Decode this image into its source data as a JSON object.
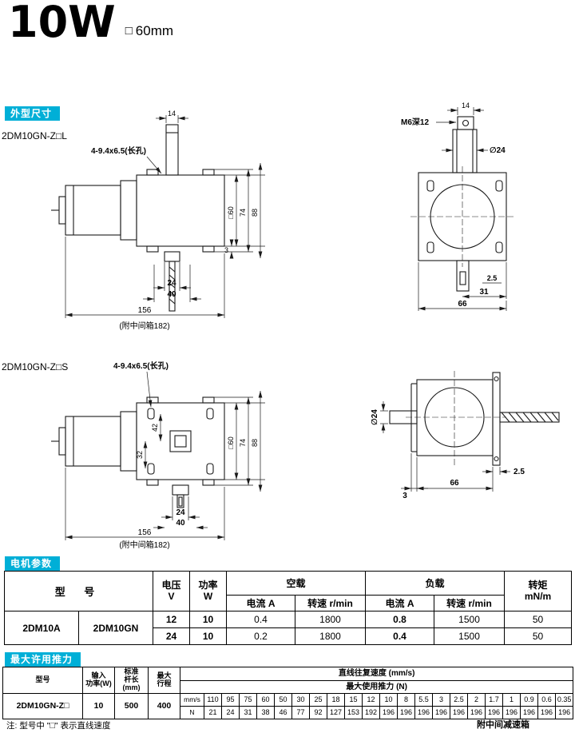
{
  "header": {
    "title": "10W",
    "frame_symbol": "□",
    "frame_size": "60mm"
  },
  "section_labels": {
    "dimensions": "外型尺寸",
    "motor_params": "电机参数",
    "max_thrust": "最大许用推力"
  },
  "colors": {
    "accent": "#00afd7"
  },
  "drawing_top_left": {
    "model": "2DM10GN-Z□L",
    "slot_label": "4-9.4x6.5(长孔)",
    "dim_shaft_width": "14",
    "dim_frame": "□60",
    "dim_74": "74",
    "dim_88": "88",
    "dim_3": "3",
    "dim_24": "24",
    "dim_40": "40",
    "dim_length": "156",
    "note": "(附中间箱182)"
  },
  "drawing_top_right": {
    "dim_tab_width": "14",
    "tap_label": "M6深12",
    "dim_shaft_dia": "∅24",
    "dim_2_5": "2.5",
    "dim_31": "31",
    "dim_66": "66"
  },
  "drawing_bottom_left": {
    "model": "2DM10GN-Z□S",
    "slot_label": "4-9.4x6.5(长孔)",
    "dim_42": "42",
    "dim_32": "32",
    "dim_frame": "□60",
    "dim_74": "74",
    "dim_88": "88",
    "dim_24": "24",
    "dim_40": "40",
    "dim_length": "156",
    "note": "(附中间箱182)"
  },
  "drawing_bottom_right": {
    "dim_shaft_dia": "∅24",
    "dim_2_5": "2.5",
    "dim_3": "3",
    "dim_66": "66"
  },
  "motor_table": {
    "header_model": "型 号",
    "header_voltage": "电压\nV",
    "header_power": "功率\nW",
    "header_no_load": "空载",
    "header_load": "负载",
    "header_current": "电流 A",
    "header_speed": "转速 r/min",
    "header_torque": "转矩\nmN/m",
    "model_a": "2DM10A",
    "model_gn": "2DM10GN",
    "rows": [
      {
        "voltage": "12",
        "power": "10",
        "no_load_current": "0.4",
        "no_load_speed": "1800",
        "load_current": "0.8",
        "load_speed": "1500",
        "torque": "50"
      },
      {
        "voltage": "24",
        "power": "10",
        "no_load_current": "0.2",
        "no_load_speed": "1800",
        "load_current": "0.4",
        "load_speed": "1500",
        "torque": "50"
      }
    ]
  },
  "thrust_table": {
    "header_model": "型号",
    "header_input_power": "输入\n功率(W)",
    "header_rod_length": "标准\n杆长\n(mm)",
    "header_stroke": "最大\n行程",
    "header_speed_title": "直线往复速度 (mm/s)",
    "header_thrust_title": "最大使用推力 (N)",
    "unit_speed": "mm/s",
    "unit_force": "N",
    "model": "2DM10GN-Z□",
    "input_power": "10",
    "rod_length": "500",
    "stroke": "400",
    "speeds": [
      "110",
      "95",
      "75",
      "60",
      "50",
      "30",
      "25",
      "18",
      "15",
      "12",
      "10",
      "8",
      "5.5",
      "3",
      "2.5",
      "2",
      "1.7",
      "1",
      "0.9",
      "0.6",
      "0.35"
    ],
    "forces": [
      "21",
      "24",
      "31",
      "38",
      "46",
      "77",
      "92",
      "127",
      "153",
      "192",
      "196",
      "196",
      "196",
      "196",
      "196",
      "196",
      "196",
      "196",
      "196",
      "196",
      "196"
    ]
  },
  "footer": {
    "note": "注: 型号中 \"□\" 表示直线速度",
    "gearbox_note": "附中间减速箱"
  }
}
